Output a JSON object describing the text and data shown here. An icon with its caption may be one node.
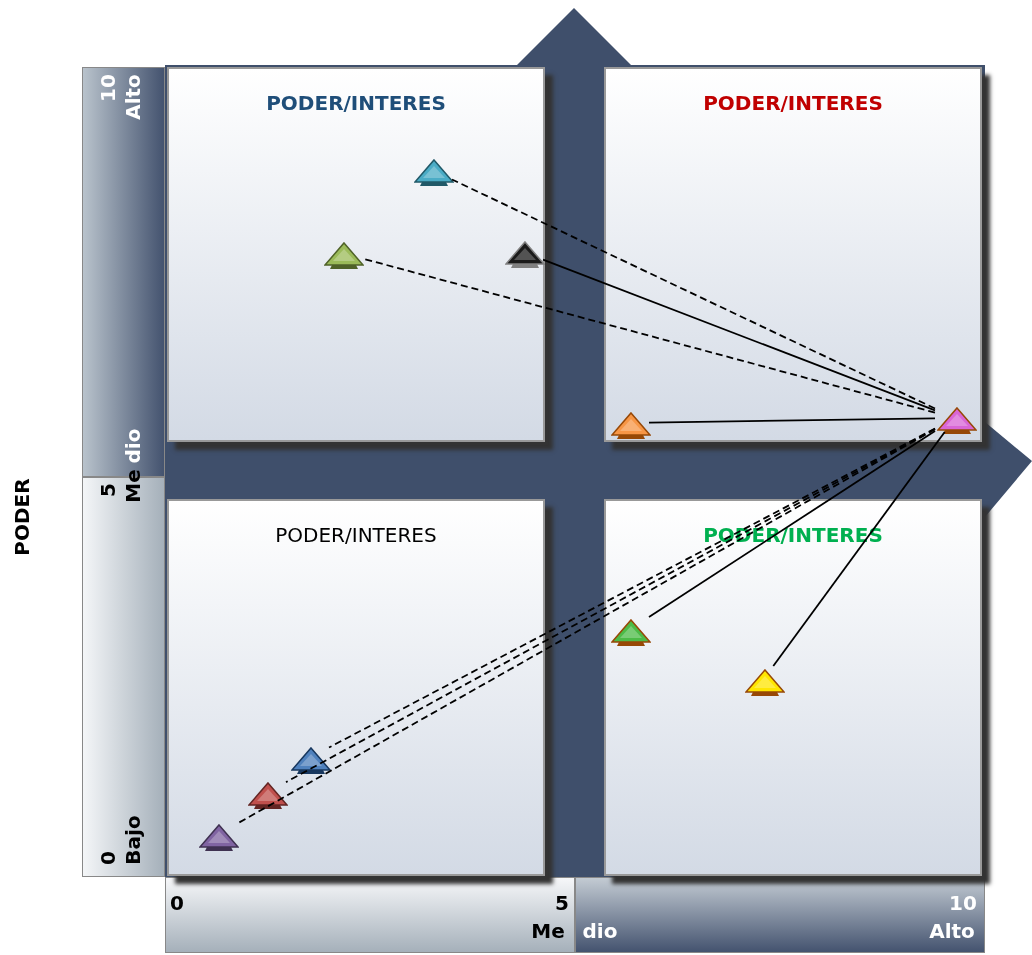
{
  "diagram": {
    "nodes": [
      {
        "text": [
          "PODER/INTERES"
        ]
      },
      {
        "text": [
          "PODER/INTERES"
        ]
      },
      {
        "text": [
          "PODER/INTERES"
        ]
      },
      {
        "text": [
          "PODER/INTERES"
        ]
      },
      {
        "text": [],
        "shape": "triangle",
        "in": 0
      },
      {
        "text": [],
        "shape": "triangle",
        "in": 0
      },
      {
        "text": [],
        "shape": "triangle",
        "in": 0
      },
      {
        "text": [],
        "shape": "triangle",
        "in": 1
      },
      {
        "text": [],
        "shape": "triangle",
        "in": 1
      },
      {
        "text": [],
        "shape": "triangle",
        "in": 2
      },
      {
        "text": [],
        "shape": "triangle",
        "in": 2
      },
      {
        "text": [],
        "shape": "triangle",
        "in": 2
      },
      {
        "text": [],
        "shape": "triangle",
        "in": 3
      },
      {
        "text": [],
        "shape": "triangle",
        "in": 3
      }
    ],
    "edges": [
      {
        "from": 8,
        "to": 4,
        "arrow": "none",
        "style": "dashed"
      },
      {
        "from": 8,
        "to": 5,
        "arrow": "none",
        "style": "dashed"
      },
      {
        "from": 8,
        "to": 6,
        "arrow": "none"
      },
      {
        "from": 8,
        "to": 7,
        "arrow": "none"
      },
      {
        "from": 8,
        "to": 9,
        "arrow": "none",
        "style": "dashed"
      },
      {
        "from": 8,
        "to": 10,
        "arrow": "none",
        "style": "dashed"
      },
      {
        "from": 8,
        "to": 11,
        "arrow": "none",
        "style": "dashed"
      },
      {
        "from": 8,
        "to": 12,
        "arrow": "none"
      },
      {
        "from": 8,
        "to": 13,
        "arrow": "none"
      }
    ],
    "labels": [
      "10",
      "Alto",
      "dio",
      "5",
      "Me",
      "PODER",
      "0",
      "Bajo",
      "0",
      "5",
      "10",
      "Me",
      "dio",
      "Alto"
    ]
  }
}
